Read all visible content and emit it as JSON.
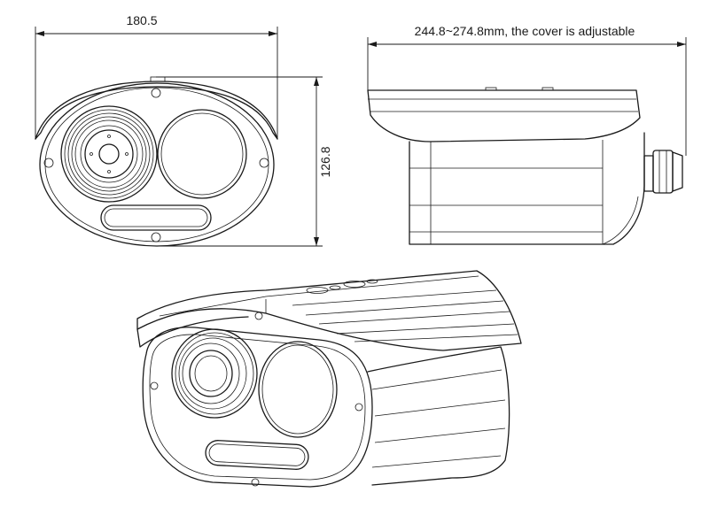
{
  "dimensions": {
    "front_width": "180.5",
    "front_height": "126.8",
    "side_length": "244.8~274.8mm, the cover is adjustable"
  }
}
